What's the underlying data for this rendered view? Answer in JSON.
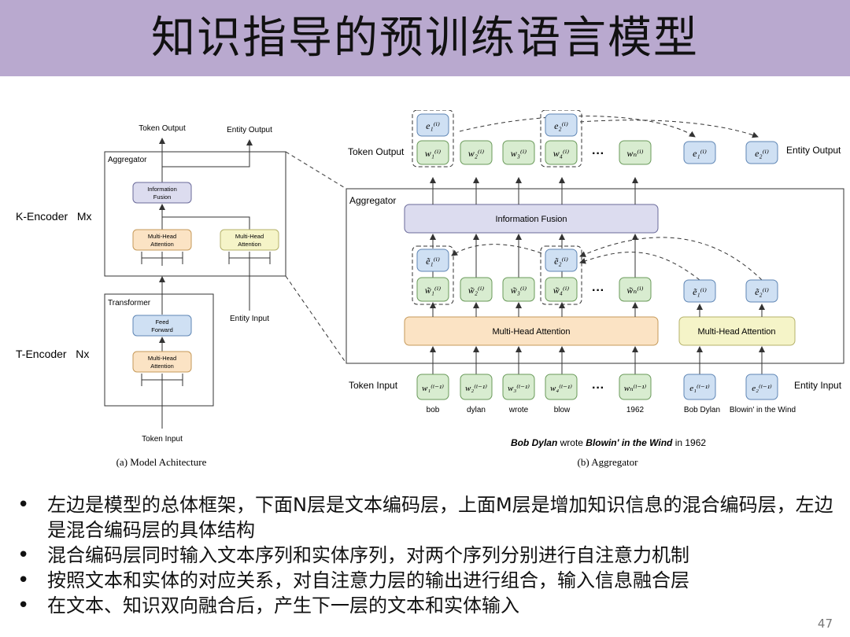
{
  "slide": {
    "title": "知识指导的预训练语言模型",
    "page_number": "47"
  },
  "panel_a": {
    "caption": "(a) Model Achitecture",
    "token_output": "Token Output",
    "entity_output": "Entity Output",
    "aggregator": "Aggregator",
    "info_fusion_1": "Information",
    "info_fusion_2": "Fusion",
    "mha_1": "Multi-Head",
    "mha_2": "Attention",
    "k_encoder": "K-Encoder   Mx",
    "t_encoder": "T-Encoder   Nx",
    "transformer": "Transformer",
    "ff_1": "Feed",
    "ff_2": "Forward",
    "entity_input": "Entity Input",
    "token_input": "Token Input"
  },
  "panel_b": {
    "caption": "(b) Aggregator",
    "token_output": "Token Output",
    "entity_output": "Entity Output",
    "aggregator": "Aggregator",
    "information_fusion": "Information Fusion",
    "mha": "Multi-Head Attention",
    "token_input": "Token Input",
    "entity_input": "Entity Input",
    "ellipsis": "···",
    "words": [
      "bob",
      "dylan",
      "wrote",
      "blow",
      "1962"
    ],
    "entities": [
      "Bob Dylan",
      "Blowin' in the Wind"
    ],
    "sentence": {
      "part1": "Bob Dylan",
      "part2": " wrote ",
      "part3": "Blowin' in the Wind",
      "part4": " in 1962"
    }
  },
  "bullets": [
    "左边是模型的总体框架，下面N层是文本编码层，上面M层是增加知识信息的混合编码层，左边是混合编码层的具体结构",
    "混合编码层同时输入文本序列和实体序列，对两个序列分别进行自注意力机制",
    "按照文本和实体的对应关系，对自注意力层的输出进行组合，输入信息融合层",
    "在文本、知识双向融合后，产生下一层的文本和实体输入"
  ],
  "colors": {
    "title_band": "#b9a9cf",
    "token_node": "#d8ecd0",
    "entity_node": "#cfe0f3",
    "fusion_box": "#dcdcef",
    "token_mha": "#fbe3c4",
    "entity_mha": "#f5f4c8"
  }
}
